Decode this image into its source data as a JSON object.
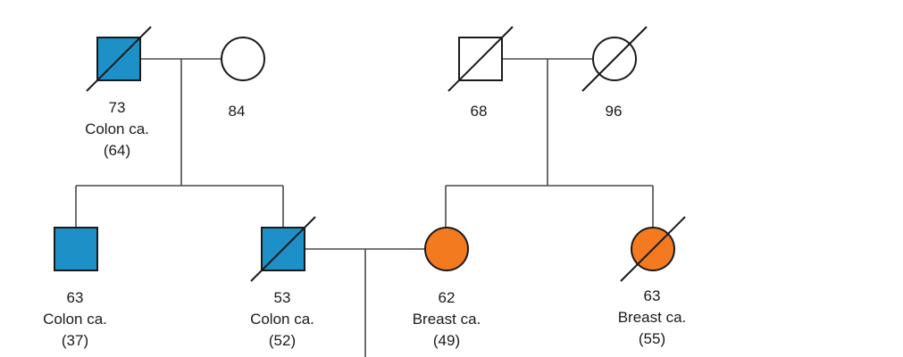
{
  "colors": {
    "affected_colon": "#1E90C8",
    "affected_breast": "#F47A20",
    "unaffected": "#FFFFFF",
    "outline": "#1a1a1a",
    "line": "#4a4a4a",
    "text": "#1a1a1a"
  },
  "legend_semantics": {
    "square": "male",
    "circle": "female",
    "diagonal_slash": "deceased"
  },
  "individuals": {
    "gp_paternal_m": {
      "sex": "male",
      "deceased": true,
      "affected": "colon",
      "age": "73",
      "condition": "Colon ca.",
      "onset": "(64)"
    },
    "gp_paternal_f": {
      "sex": "female",
      "deceased": false,
      "affected": "none",
      "age": "84",
      "condition": "",
      "onset": ""
    },
    "gp_maternal_m": {
      "sex": "male",
      "deceased": true,
      "affected": "none",
      "age": "68",
      "condition": "",
      "onset": ""
    },
    "gp_maternal_f": {
      "sex": "female",
      "deceased": true,
      "affected": "none",
      "age": "96",
      "condition": "",
      "onset": ""
    },
    "paternal_uncle": {
      "sex": "male",
      "deceased": false,
      "affected": "colon",
      "age": "63",
      "condition": "Colon ca.",
      "onset": "(37)"
    },
    "father": {
      "sex": "male",
      "deceased": true,
      "affected": "colon",
      "age": "53",
      "condition": "Colon ca.",
      "onset": "(52)"
    },
    "mother": {
      "sex": "female",
      "deceased": false,
      "affected": "breast",
      "age": "62",
      "condition": "Breast ca.",
      "onset": "(49)"
    },
    "maternal_aunt": {
      "sex": "female",
      "deceased": true,
      "affected": "breast",
      "age": "63",
      "condition": "Breast ca.",
      "onset": "(55)"
    }
  }
}
